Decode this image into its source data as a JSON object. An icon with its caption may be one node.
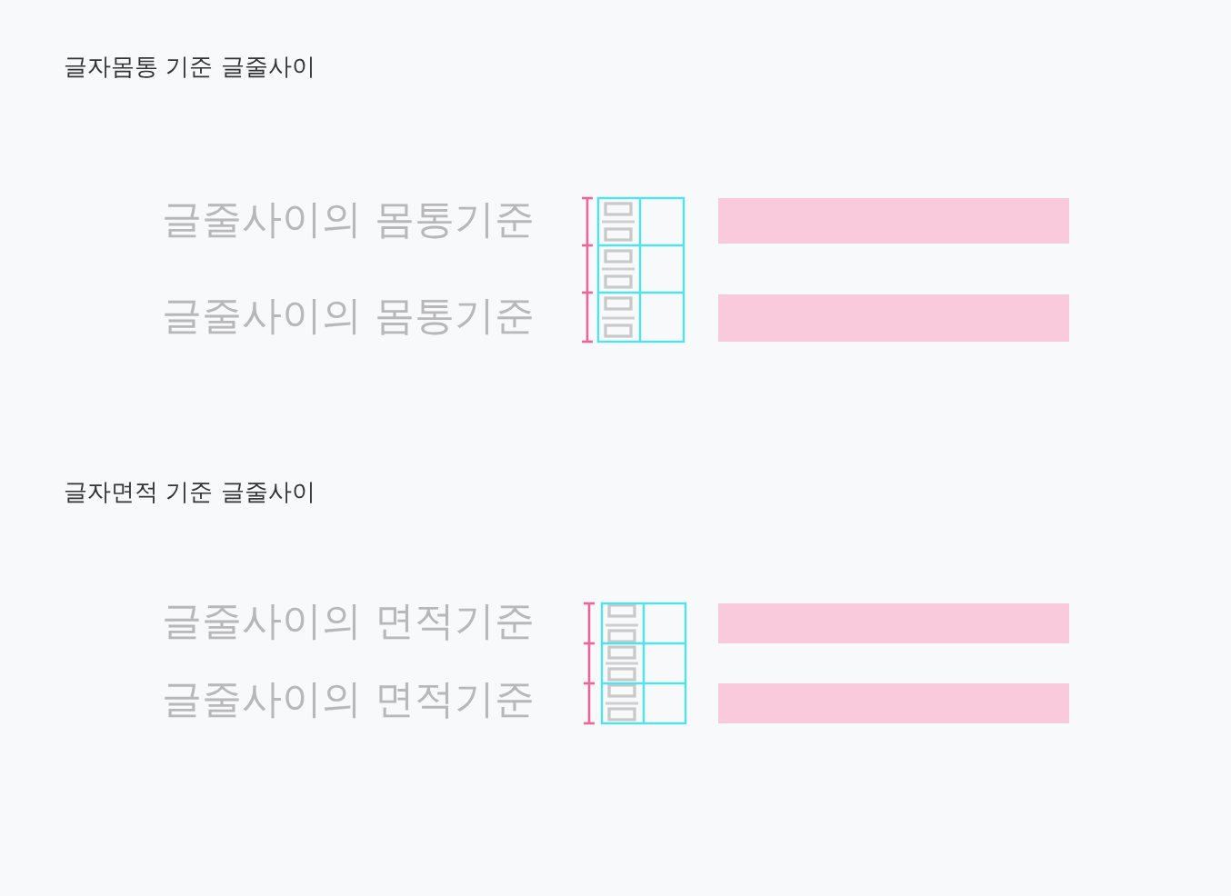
{
  "diagram": {
    "labels": [
      "글자몸통 기준 글줄사이",
      "글줄사이의 몸통기준",
      "글줄사이의 몸통기준",
      "글자면적 기준 글줄사이",
      "글줄사이의 면적기준",
      "글줄사이의 면적기준"
    ]
  }
}
